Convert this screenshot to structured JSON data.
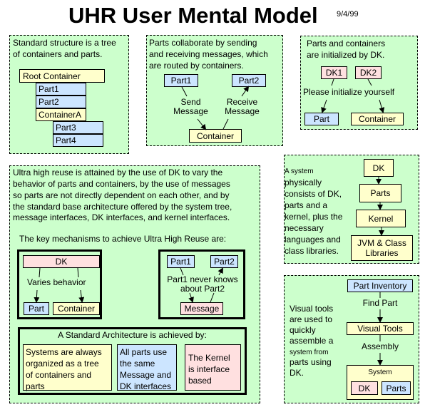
{
  "header": {
    "title": "UHR User Mental Model",
    "date": "9/4/99"
  },
  "colors": {
    "panel_bg": "#ccffcc",
    "container": "#ffffcc",
    "part": "#cce5ff",
    "dk": "#ffe0e0"
  },
  "tree_panel": {
    "caption_line1": "Standard structure is a tree",
    "caption_line2": "of containers and parts.",
    "nodes": [
      "Root Container",
      "Part1",
      "Part2",
      "ContainerA",
      "Part3",
      "Part4"
    ]
  },
  "messages_panel": {
    "caption_line1": "Parts collaborate by sending",
    "caption_line2": "and receiving messages, which",
    "caption_line3": "are routed by containers.",
    "part1": "Part1",
    "part2": "Part2",
    "send_line1": "Send",
    "send_line2": "Message",
    "receive_line1": "Receive",
    "receive_line2": "Message",
    "container": "Container"
  },
  "init_panel": {
    "caption_line1": "Parts and containers",
    "caption_line2": "are initialized by DK.",
    "dk1": "DK1",
    "dk2": "DK2",
    "instruction": "Please initialize yourself",
    "part": "Part",
    "container": "Container"
  },
  "reuse_panel": {
    "paragraph": [
      "Ultra high reuse is attained by the use of DK to vary the",
      "behavior of parts and containers, by the use of messages",
      "so parts are not directly dependent on each other, and by",
      "the standard base architecture offered by the system tree,",
      "message interfaces, DK interfaces, and kernel interfaces."
    ],
    "mechanisms_heading": "The key mechanisms to achieve Ultra High Reuse  are:",
    "dk_box": {
      "dk": "DK",
      "label": "Varies behavior",
      "part": "Part",
      "container": "Container"
    },
    "message_box": {
      "part1": "Part1",
      "part2": "Part2",
      "label_line1": "Part1 never knows",
      "label_line2": "about Part2",
      "message": "Message"
    },
    "architecture": {
      "heading": "A Standard Architecture is achieved by:",
      "items": [
        [
          "Systems are always",
          "organized as a tree",
          "of containers and",
          "parts"
        ],
        [
          "All parts use",
          "the same",
          "Message and",
          "DK interfaces"
        ],
        [
          "The Kernel",
          "is interface",
          "based"
        ]
      ]
    }
  },
  "system_panel": {
    "caption_line1": "A system",
    "caption_rest": [
      "physically",
      "consists of DK,",
      "parts and a",
      "kernel, plus the",
      "necessary",
      "languages and",
      "class libraries."
    ],
    "stack": [
      "DK",
      "Parts",
      "Kernel"
    ],
    "jvm_line1": "JVM & Class",
    "jvm_line2": "Libraries"
  },
  "tools_panel": {
    "caption": [
      "Visual tools",
      "are used to",
      "quickly",
      "assemble a"
    ],
    "caption_small": "system from",
    "caption_end": [
      "parts using",
      "DK."
    ],
    "inventory": "Part Inventory",
    "find_label": "Find Part",
    "visual_tools": "Visual Tools",
    "assembly_label": "Assembly",
    "system": "System",
    "dk": "DK",
    "parts": "Parts"
  }
}
